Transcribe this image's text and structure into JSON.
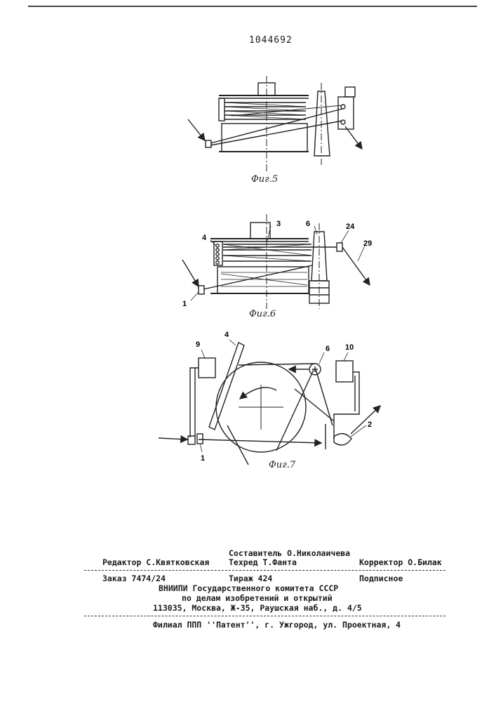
{
  "patent_number": "1044692",
  "figures": {
    "fig5": {
      "caption": "Фиг.5"
    },
    "fig6": {
      "caption": "Фиг.6",
      "labels": [
        "3",
        "4",
        "6",
        "24",
        "29",
        "1"
      ]
    },
    "fig7": {
      "caption": "Фиг.7",
      "labels": [
        "9",
        "4",
        "6",
        "10",
        "2",
        "1"
      ]
    }
  },
  "imprint": {
    "compiler": "Составитель О.Николаичева",
    "editor": "Редактор С.Квятковская",
    "techred": "Техред Т.Фанта",
    "corrector": "Корректор О.Билак",
    "order": "Заказ 7474/24",
    "circulation": "Тираж 424",
    "subscription": "Подписное",
    "org_line1": "ВНИИПИ Государственного комитета СССР",
    "org_line2": "по делам изобретений и открытий",
    "address": "113035, Москва, Ж-35, Раушская наб., д. 4/5",
    "branch": "Филиал ППП ''Патент'', г. Ужгород, ул. Проектная, 4"
  }
}
